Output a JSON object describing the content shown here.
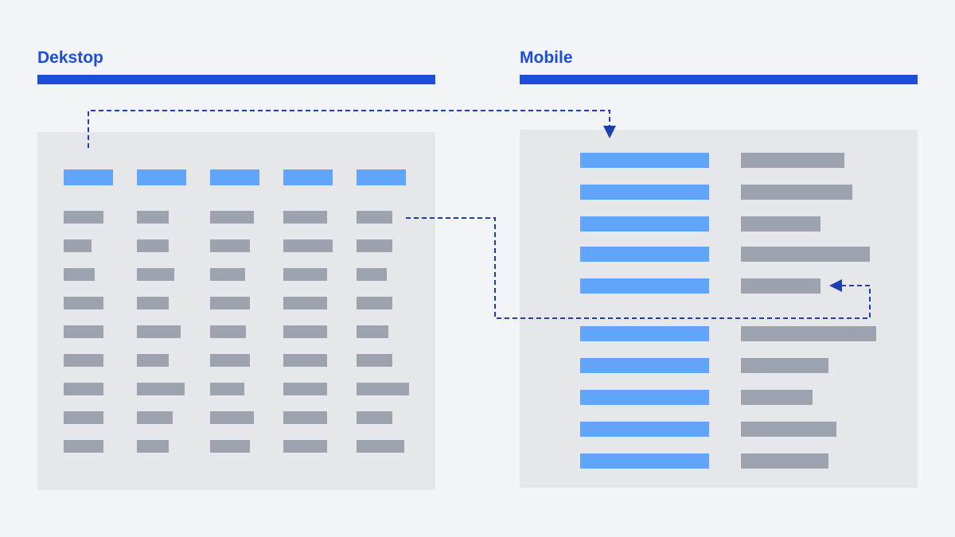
{
  "colors": {
    "accent": "#1d4ed8",
    "page_bg": "#f2f4f7",
    "panel_bg": "#e5e7eb",
    "header_bar": "#60a5fa",
    "data_bar": "#9ca3af",
    "connector": "#1e40af"
  },
  "desktop": {
    "title": "Dekstop",
    "columns": 5,
    "rows": 9
  },
  "mobile": {
    "title": "Mobile",
    "groups": 2,
    "rows_per_group": 5
  }
}
